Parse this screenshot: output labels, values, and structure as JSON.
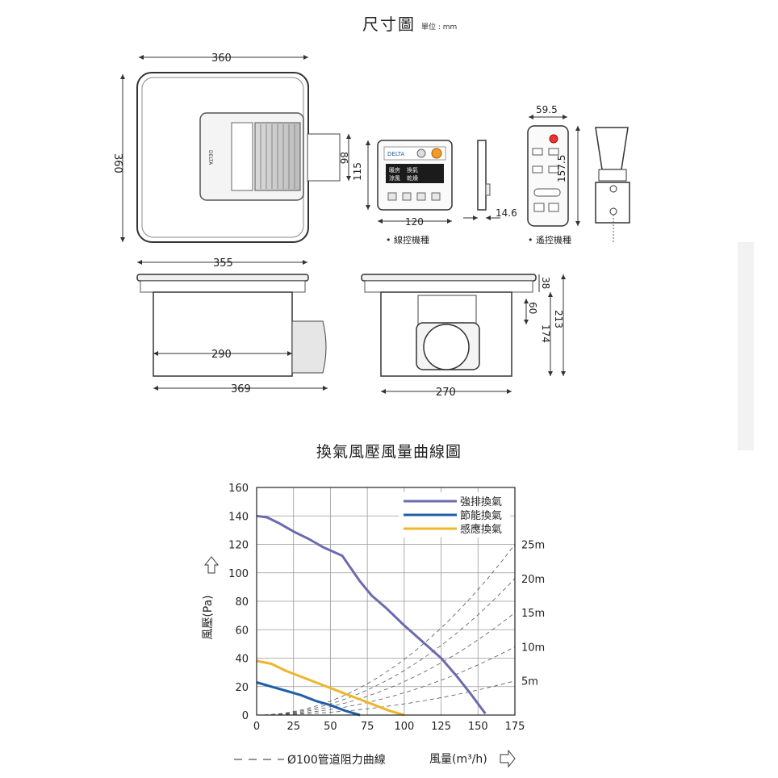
{
  "sheet": {
    "title": "尺寸圖",
    "unit_label": "單位 : mm"
  },
  "dimensions": {
    "top_width": "360",
    "top_height": "360",
    "side_duct": "86",
    "wired_panel_height": "115",
    "wired_panel_width": "120",
    "wired_panel_depth": "14.6",
    "remote_width": "59.5",
    "remote_height": "157.5",
    "front_width": "355",
    "front_inner": "290",
    "front_total": "369",
    "side_width": "270",
    "side_flange": "38",
    "side_duct_offset": "60",
    "side_body": "174",
    "side_total": "213"
  },
  "captions": {
    "wired_model": "• 線控機種",
    "remote_model": "• 遙控機種"
  },
  "wired_panel": {
    "brand": "DELTA",
    "row1": "暖房",
    "row1b": "換氣",
    "row2": "涼風",
    "row2b": "乾燥"
  },
  "colors": {
    "strong": "#6b6bae",
    "eco": "#1f5fa8",
    "sensor": "#f0b42a",
    "grid": "#9a9a9a"
  },
  "chart_title": "換氣風壓風量曲線圖",
  "chart_data": {
    "type": "line",
    "title": "換氣風壓風量曲線圖",
    "xlabel": "風量(m³/h)",
    "ylabel": "風壓(Pa)",
    "xlim": [
      0,
      175
    ],
    "ylim": [
      0,
      160
    ],
    "x_ticks": [
      0,
      25,
      50,
      75,
      100,
      125,
      150,
      175
    ],
    "y_ticks": [
      0,
      20,
      40,
      60,
      80,
      100,
      120,
      140,
      160
    ],
    "grid": true,
    "legend_position": "top-right",
    "series": [
      {
        "name": "強排換氣",
        "color": "#6b6bae",
        "x": [
          0,
          7,
          15,
          25,
          35,
          45,
          58,
          62,
          70,
          78,
          88,
          100,
          112,
          125,
          135,
          145,
          155
        ],
        "y": [
          140,
          139,
          135,
          129,
          124,
          118,
          112,
          106,
          94,
          84,
          75,
          63,
          52,
          40,
          28,
          15,
          1
        ]
      },
      {
        "name": "節能換氣",
        "color": "#1f5fa8",
        "x": [
          0,
          10,
          20,
          30,
          40,
          50,
          60,
          70
        ],
        "y": [
          23,
          20,
          17,
          14,
          10,
          7,
          3,
          0
        ]
      },
      {
        "name": "感應換氣",
        "color": "#f0b42a",
        "x": [
          0,
          10,
          20,
          30,
          40,
          50,
          60,
          70,
          80,
          90,
          100
        ],
        "y": [
          38,
          36,
          31,
          27,
          23,
          19,
          15,
          11,
          7,
          3,
          0
        ]
      }
    ],
    "resistance_curves": {
      "name": "Ø100管道阻力曲線",
      "labels": [
        "5m",
        "10m",
        "15m",
        "20m",
        "25m"
      ],
      "end_points": [
        {
          "x": 175,
          "y": 24
        },
        {
          "x": 175,
          "y": 48
        },
        {
          "x": 175,
          "y": 72
        },
        {
          "x": 175,
          "y": 96
        },
        {
          "x": 175,
          "y": 120
        }
      ]
    }
  }
}
